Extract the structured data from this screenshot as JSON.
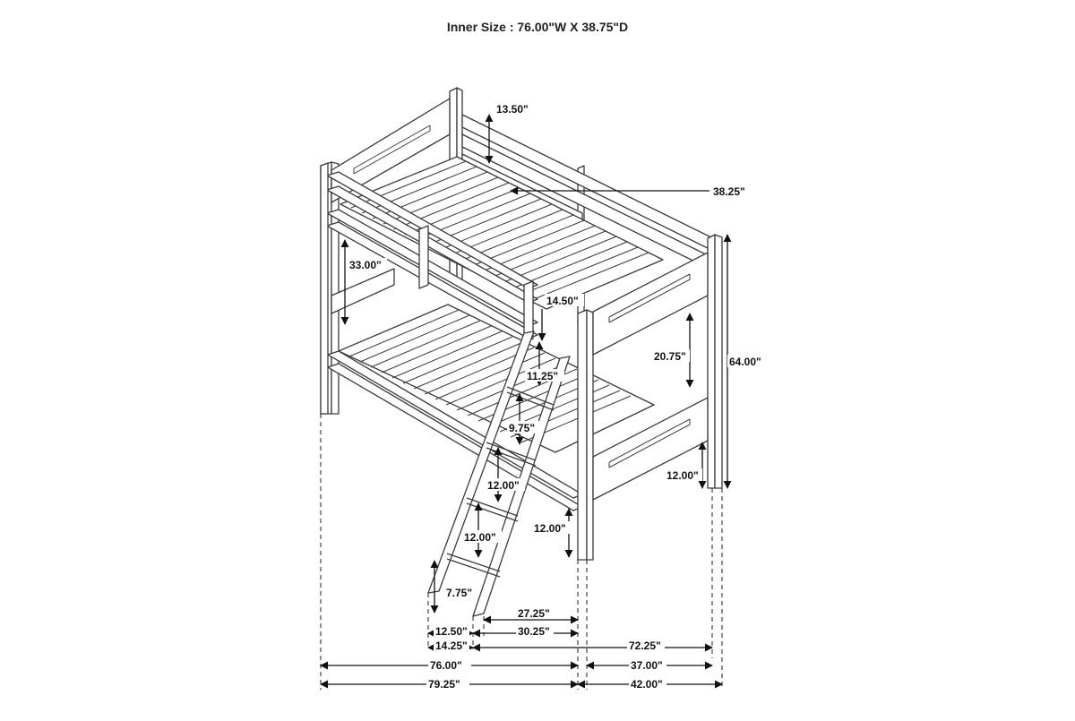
{
  "title": "Inner Size : 76.00\"W X 38.75\"D",
  "dimensions": {
    "headboard_gap": "13.50\"",
    "upper_rail_length": "38.25\"",
    "rail_height": "33.00\"",
    "guard_offset": "14.50\"",
    "end_panel_height": "20.75\"",
    "overall_height": "64.00\"",
    "ladder_rung_top": "11.25\"",
    "ladder_rung_gap": "9.75\"",
    "ladder_step_1": "12.00\"",
    "ladder_step_2": "12.00\"",
    "lower_clearance": "12.00\"",
    "footboard_clearance": "12.00\"",
    "ladder_foot": "7.75\"",
    "ladder_base": "12.50\"",
    "ladder_span": "14.25\"",
    "ladder_offset_a": "27.25\"",
    "ladder_offset_b": "30.25\"",
    "side_depth": "72.25\"",
    "inner_length": "76.00\"",
    "inner_width": "37.00\"",
    "overall_length": "79.25\"",
    "overall_width": "42.00\""
  }
}
